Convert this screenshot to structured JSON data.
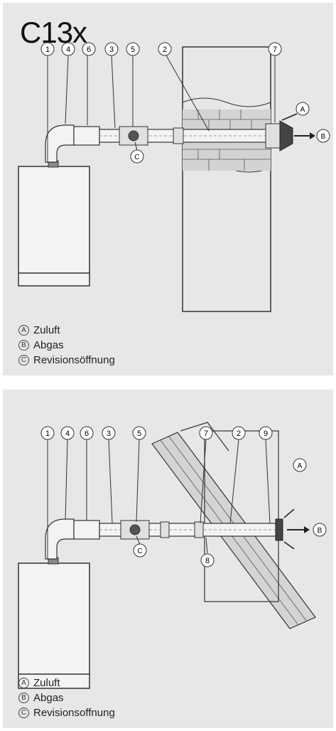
{
  "title": "C13x",
  "top": {
    "numbers": [
      "1",
      "4",
      "6",
      "3",
      "5",
      "2",
      "7"
    ],
    "letters": {
      "a": "A",
      "b": "B",
      "c": "C"
    },
    "legend": [
      {
        "key": "A",
        "label": "Zuluft"
      },
      {
        "key": "B",
        "label": "Abgas"
      },
      {
        "key": "C",
        "label": "Revisionsöffnung"
      }
    ]
  },
  "bottom": {
    "numbers": [
      "1",
      "4",
      "6",
      "3",
      "5",
      "7",
      "2",
      "9",
      "8"
    ],
    "letters": {
      "a": "A",
      "b": "B",
      "c": "C"
    },
    "legend": [
      {
        "key": "A",
        "label": "Zuluft"
      },
      {
        "key": "B",
        "label": "Abgas"
      },
      {
        "key": "C",
        "label": "Revisionsoffnung"
      }
    ]
  },
  "colors": {
    "panel": "#e6e7e8",
    "line": "#333333",
    "brick": "#cfcfcf"
  }
}
